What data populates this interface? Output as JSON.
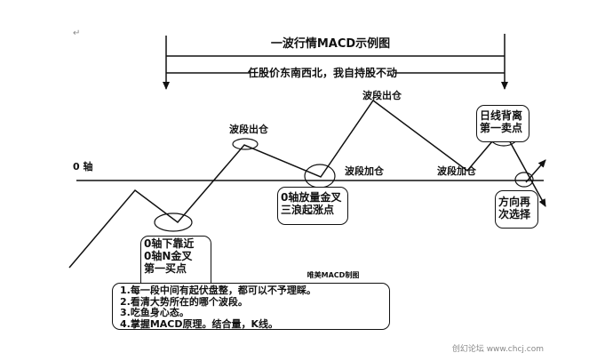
{
  "return_mark": "↵",
  "title": "一波行情MACD示例图",
  "subtitle": "任股价东南西北，我自持股不动",
  "zero_axis_label": "0 轴",
  "labels": {
    "exit1": "波段出仓",
    "exit2": "波段出仓",
    "add1": "波段加仓",
    "add2": "波段加仓"
  },
  "callouts": {
    "buy1": [
      "0轴下靠近",
      "0轴N金叉",
      "第一买点"
    ],
    "wave3": [
      "0轴放量金叉",
      "三浪起涨点"
    ],
    "sell1": [
      "日线背离",
      "第一卖点"
    ],
    "direction": [
      "方向再",
      "次选择"
    ]
  },
  "credit": "唯美MACD制图",
  "notes": [
    "1.每一段中间有起伏盘整，都可以不予理睬。",
    "2.看清大势所在的哪个波段。",
    "3.吃鱼身心态。",
    "4.掌握MACD原理。结合量，K线。"
  ],
  "watermark": "创幻论坛 www.chcj.com"
}
